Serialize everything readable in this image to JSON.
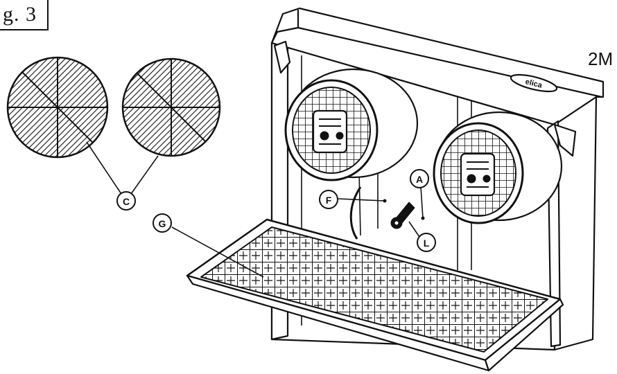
{
  "figure": {
    "label": "g. 3",
    "model": "2M",
    "brand_badge": "elica"
  },
  "callouts": {
    "filter_discs": "C",
    "grease_filter": "G",
    "panel_F": "F",
    "panel_A": "A",
    "lamp_L": "L"
  }
}
